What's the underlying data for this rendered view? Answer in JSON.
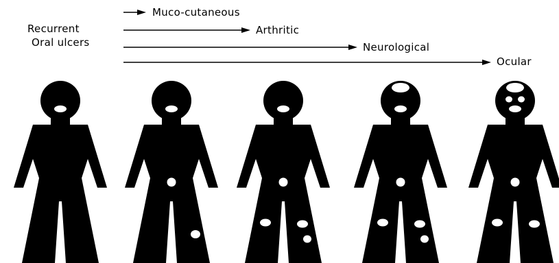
{
  "diagram": {
    "origin_label_line1": "Recurrent",
    "origin_label_line2": "Oral ulcers",
    "stages": [
      {
        "label": "Muco-cutaneous"
      },
      {
        "label": "Arthritic"
      },
      {
        "label": "Neurological"
      },
      {
        "label": "Ocular"
      }
    ],
    "figures": [
      {
        "name": "figure-oral",
        "lesions": []
      },
      {
        "name": "figure-mucocutaneous",
        "lesions": [
          "genital",
          "leg-skin"
        ]
      },
      {
        "name": "figure-arthritic",
        "lesions": [
          "genital",
          "left-knee",
          "right-knee",
          "right-ankle"
        ]
      },
      {
        "name": "figure-neurological",
        "lesions": [
          "brain",
          "genital",
          "left-knee",
          "right-knee",
          "right-ankle"
        ]
      },
      {
        "name": "figure-ocular",
        "lesions": [
          "brain",
          "left-eye",
          "right-eye",
          "genital",
          "left-knee",
          "right-knee"
        ]
      }
    ],
    "colors": {
      "ink": "#000000",
      "paper": "#ffffff"
    }
  }
}
